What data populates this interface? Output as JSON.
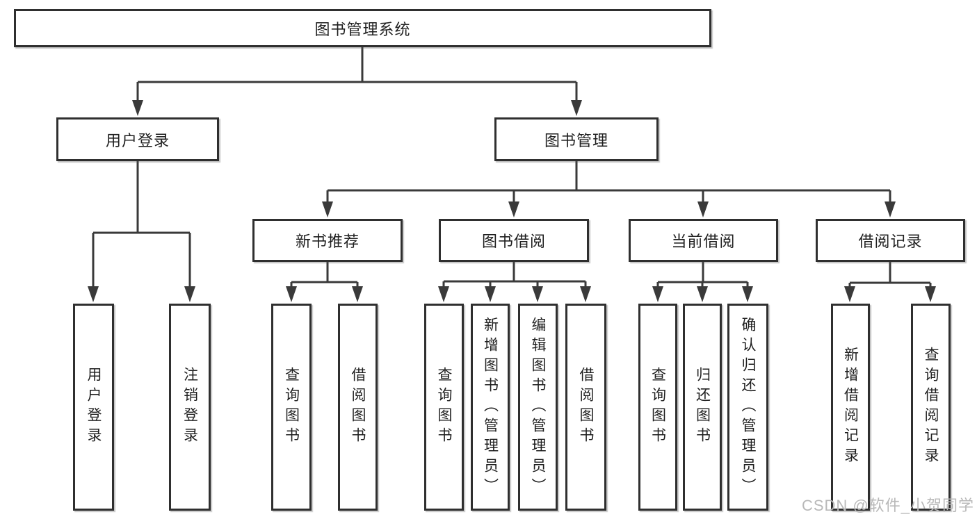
{
  "diagram": {
    "root": {
      "label": "图书管理系统"
    },
    "level2": [
      {
        "label": "用户登录"
      },
      {
        "label": "图书管理"
      }
    ],
    "level3": [
      {
        "parent": "图书管理",
        "label": "新书推荐"
      },
      {
        "parent": "图书管理",
        "label": "图书借阅"
      },
      {
        "parent": "图书管理",
        "label": "当前借阅"
      },
      {
        "parent": "图书管理",
        "label": "借阅记录"
      }
    ],
    "leaves": [
      {
        "parent": "用户登录",
        "label": "用户登录"
      },
      {
        "parent": "用户登录",
        "label": "注销登录"
      },
      {
        "parent": "新书推荐",
        "label": "查询图书"
      },
      {
        "parent": "新书推荐",
        "label": "借阅图书"
      },
      {
        "parent": "图书借阅",
        "label": "查询图书"
      },
      {
        "parent": "图书借阅",
        "label": "新增图书（管理员）"
      },
      {
        "parent": "图书借阅",
        "label": "编辑图书（管理员）"
      },
      {
        "parent": "图书借阅",
        "label": "借阅图书"
      },
      {
        "parent": "当前借阅",
        "label": "查询图书"
      },
      {
        "parent": "当前借阅",
        "label": "归还图书"
      },
      {
        "parent": "当前借阅",
        "label": "确认归还（管理员）"
      },
      {
        "parent": "借阅记录",
        "label": "新增借阅记录"
      },
      {
        "parent": "借阅记录",
        "label": "查询借阅记录"
      }
    ]
  },
  "watermark": {
    "text": "CSDN @软件_小贺同学"
  },
  "colors": {
    "line": "#3a3a3a",
    "border": "#2f2f2f",
    "text": "#1f1f1f",
    "watermark": "#b9b9b9",
    "background": "#ffffff"
  }
}
